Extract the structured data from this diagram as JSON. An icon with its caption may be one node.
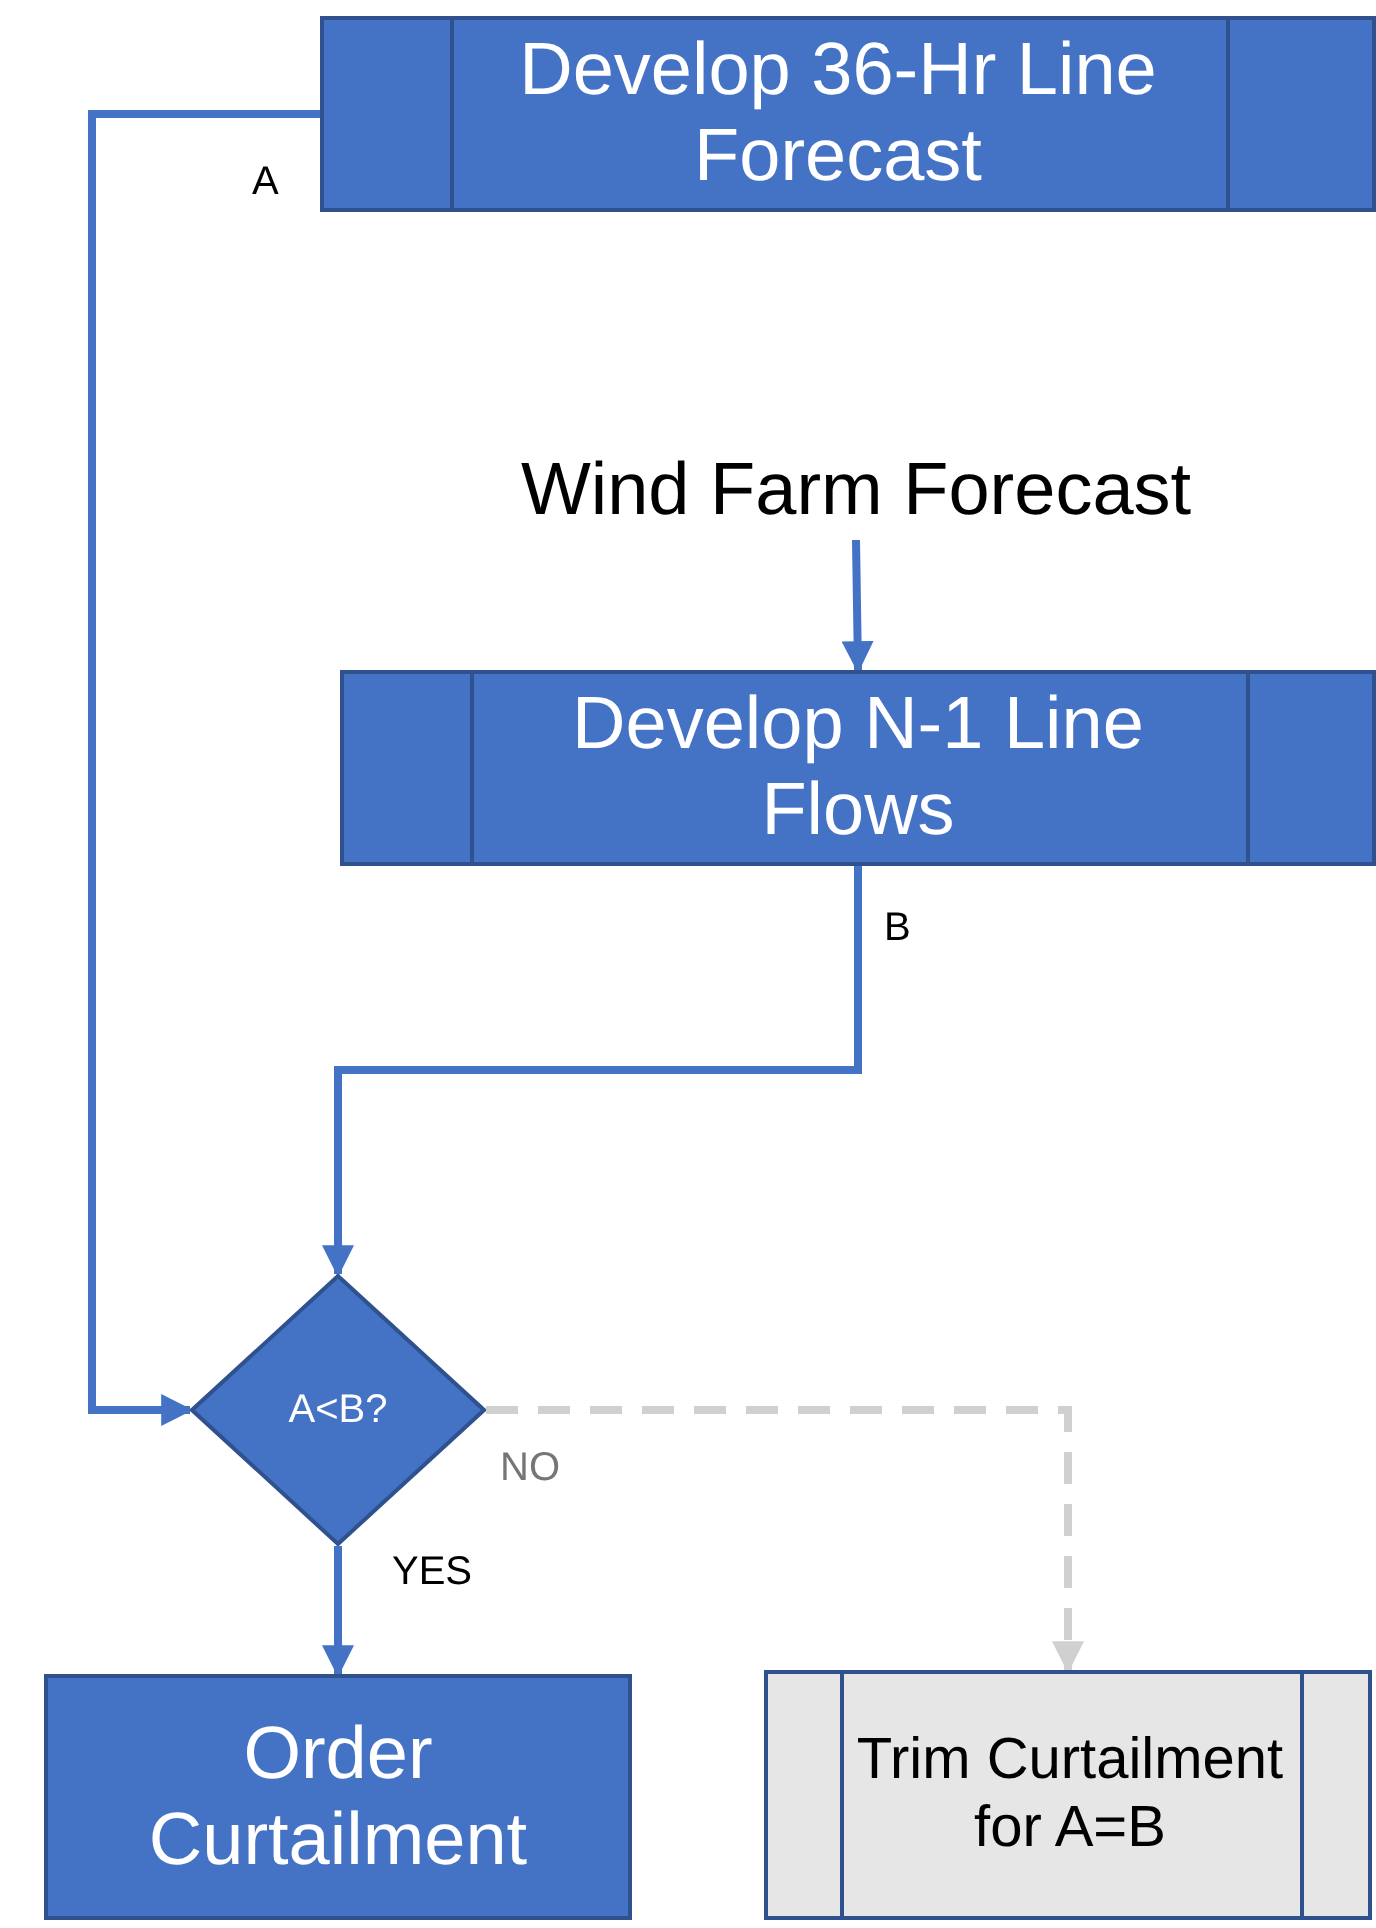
{
  "diagram": {
    "nodes": [
      {
        "text": [
          "Develop 36-Hr Line Forecast"
        ]
      },
      {
        "text": [
          "Wind Farm Forecast"
        ]
      },
      {
        "text": [
          "Develop N-1 Line Flows"
        ]
      },
      {
        "text": [
          "A<B?"
        ]
      },
      {
        "text": [
          "Order Curtailment"
        ]
      },
      {
        "text": [
          "Trim Curtailment for A=B"
        ]
      }
    ],
    "edges": [
      {
        "from": 0,
        "to": 3,
        "arrow": "to",
        "label": "A"
      },
      {
        "from": 1,
        "to": 2,
        "arrow": "to"
      },
      {
        "from": 2,
        "to": 3,
        "arrow": "to",
        "label": "B"
      },
      {
        "from": 3,
        "to": 4,
        "arrow": "to",
        "label": "YES"
      },
      {
        "from": 3,
        "to": 5,
        "arrow": "to",
        "label": "NO",
        "style": "dashed",
        "color": "#d0d0d0"
      }
    ]
  }
}
